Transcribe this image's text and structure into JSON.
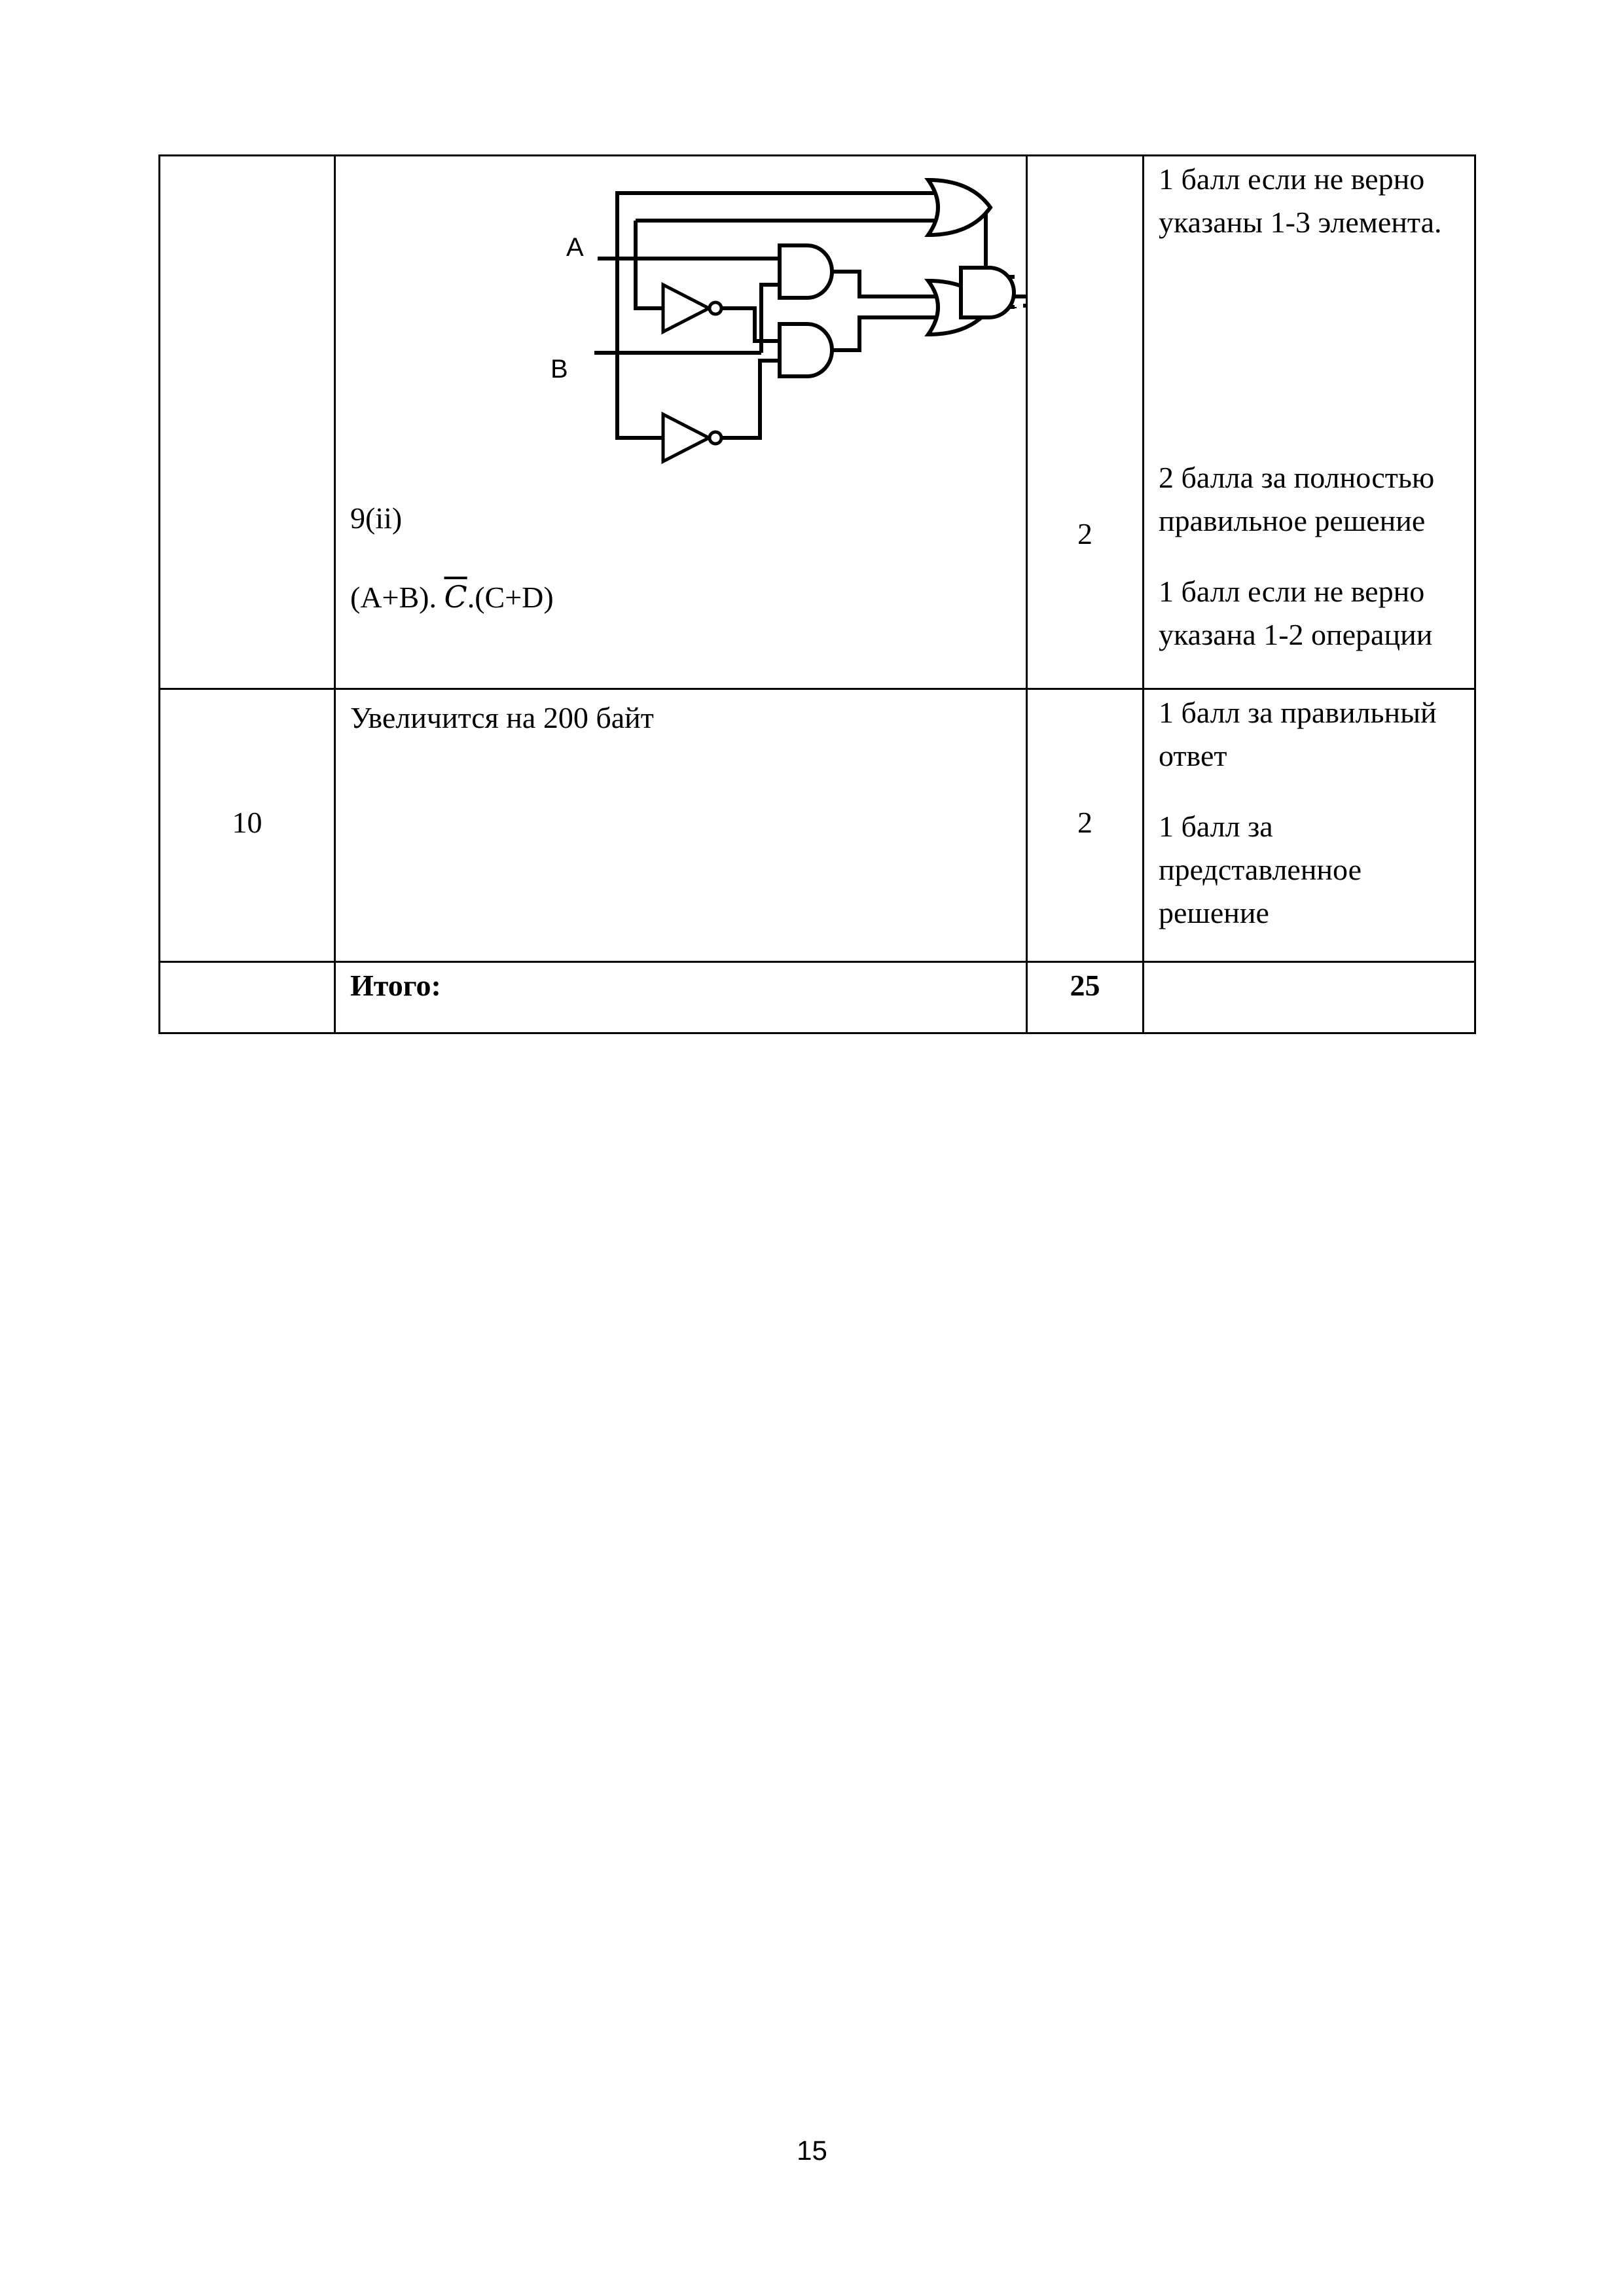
{
  "table": {
    "row9": {
      "diagram": {
        "input_a": "A",
        "input_b": "B"
      },
      "question_label": "9(ii)",
      "expr_prefix": "(A+B). ",
      "expr_c": "C",
      "expr_suffix": ".(C+D)",
      "points": "2",
      "note_1": "1 балл  если не верно указаны 1-3 элемента.",
      "note_2": "2 балла за полностью правильное решение",
      "note_3": "1 балл если не верно указана 1-2 операции"
    },
    "row10": {
      "number": "10",
      "answer": "Увеличится на 200 байт",
      "points": "2",
      "note_1": "1 балл за правильный ответ",
      "note_2": "1 балл за представленное решение"
    },
    "total": {
      "label": "Итого:",
      "points": "25"
    }
  },
  "page_number": "15"
}
